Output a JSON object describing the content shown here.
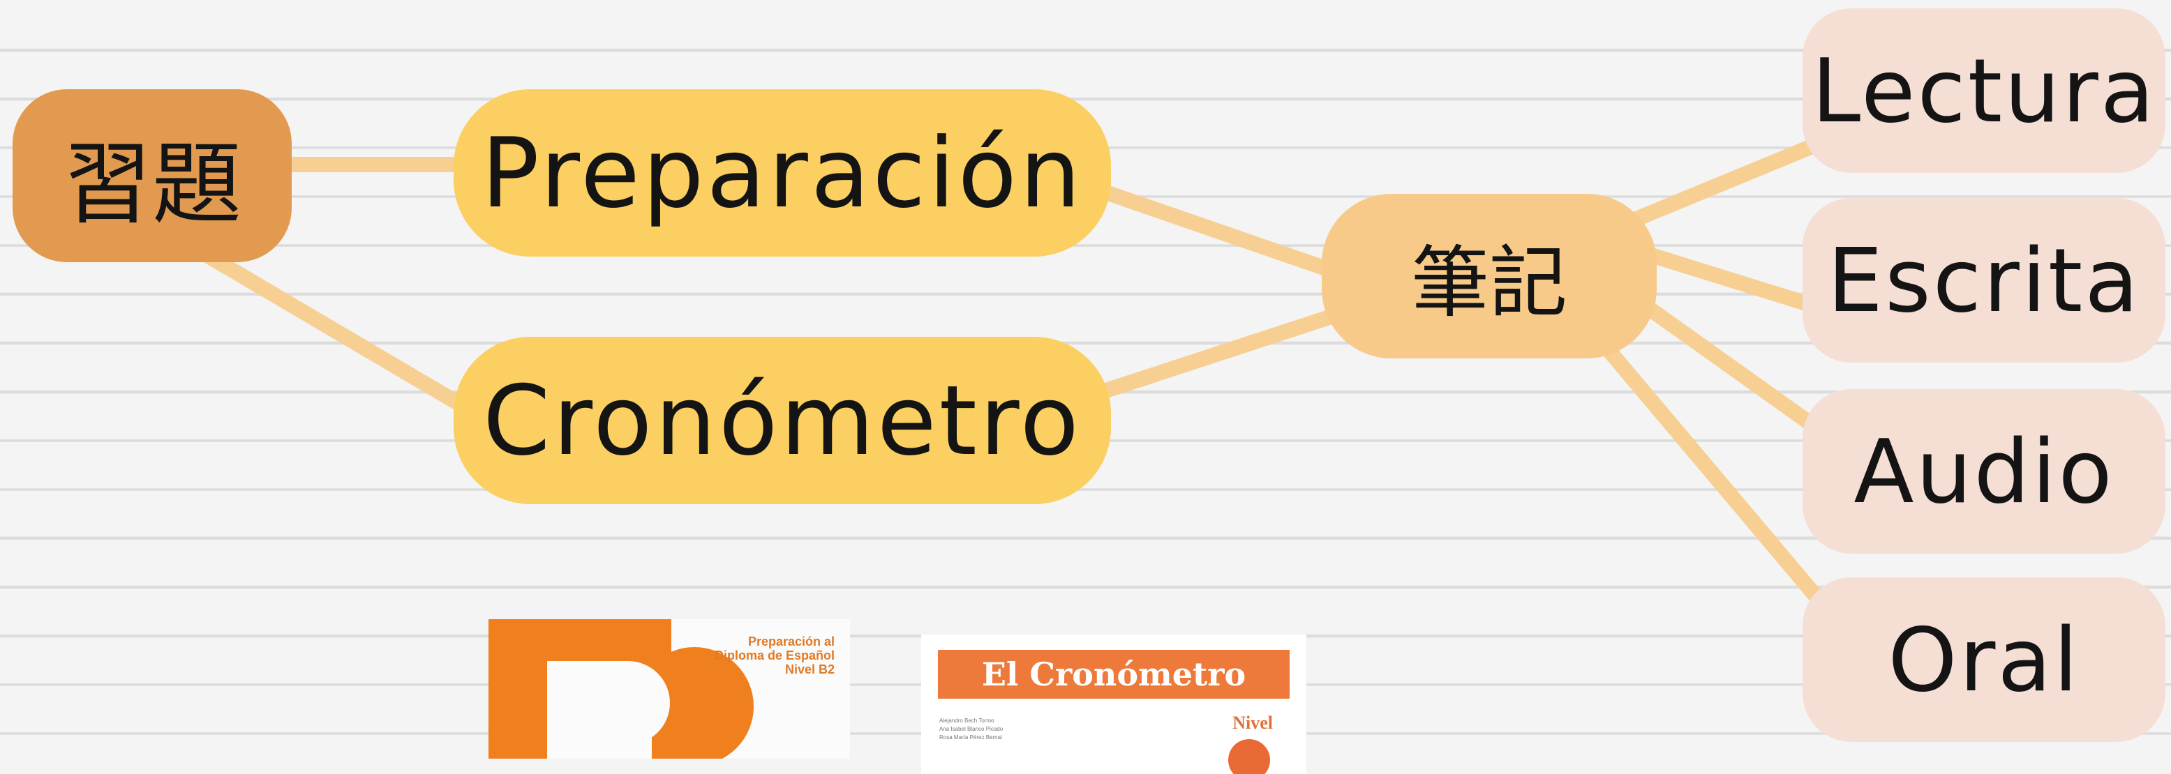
{
  "nodes": {
    "root": "習題",
    "preparacion": "Preparación",
    "cronometro": "Cronómetro",
    "notes": "筆記",
    "lectura": "Lectura",
    "escrita": "Escrita",
    "audio": "Audio",
    "oral": "Oral"
  },
  "books": {
    "b2": {
      "line1": "Preparación al",
      "line2": "Diploma de Español",
      "line3": "Nivel B2"
    },
    "cronometro": {
      "title": "El Cronómetro",
      "level": "Nivel",
      "authors": [
        "Alejandro Bech Tormo",
        "Ana Isabel Blanco Picado",
        "Rosa María Pérez Bernal"
      ]
    }
  },
  "colors": {
    "root": "#e19a4f",
    "branch": "#fbcf61",
    "hub": "#f7ca8a",
    "leaf": "#f5ded4",
    "connector": "#f7cf92"
  }
}
